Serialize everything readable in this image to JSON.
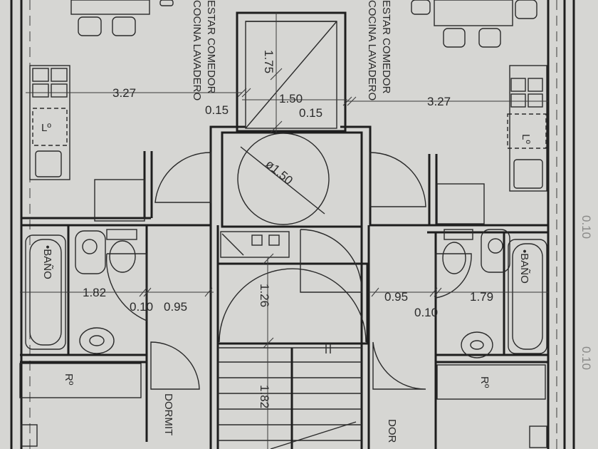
{
  "dimensions": {
    "left_kitchen_width": "3.27",
    "right_kitchen_width": "3.27",
    "duct_height": "1.75",
    "duct_width": "1.50",
    "left_wall_gap": "0.15",
    "right_wall_gap": "0.15",
    "elevator_diameter": "ø1.50",
    "landing_depth": "1.26",
    "stair_depth": "1.82",
    "left_bath_width": "1.82",
    "right_bath_width": "1.79",
    "left_wall_thickness": "0.10",
    "left_door_width": "0.95",
    "right_door_width": "0.95",
    "right_wall_thickness": "0.10",
    "margin_upper": "0.10",
    "margin_lower": "0.10"
  },
  "rooms": {
    "left_living": [
      "ESTAR COMEDOR",
      "COCINA LAVADERO"
    ],
    "right_living": [
      "ESTAR COMEDOR",
      "COCINA LAVADERO"
    ],
    "left_bath": "•BAÑO",
    "right_bath": "•BAÑO",
    "left_storage": "Rº",
    "right_storage": "Rº",
    "left_bedroom": "DORMIT",
    "right_bedroom": "DOR",
    "left_laundry": "Lº",
    "right_laundry": "Lº"
  }
}
